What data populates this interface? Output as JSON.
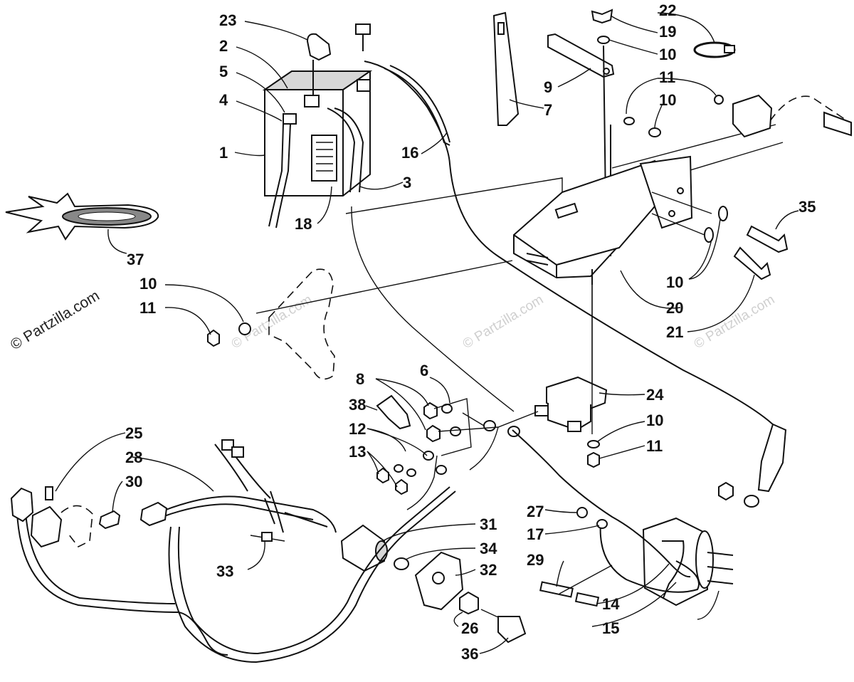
{
  "watermark": {
    "brand": "© Partzilla.com",
    "faint": "© Partzilla.com"
  },
  "callouts": {
    "c1": "1",
    "c2": "2",
    "c3": "3",
    "c4": "4",
    "c5": "5",
    "c6": "6",
    "c7": "7",
    "c8": "8",
    "c9": "9",
    "c10": "10",
    "c11": "11",
    "c12": "12",
    "c13": "13",
    "c14": "14",
    "c15": "15",
    "c16": "16",
    "c17": "17",
    "c18": "18",
    "c19": "19",
    "c20": "20",
    "c21": "21",
    "c22": "22",
    "c23": "23",
    "c24": "24",
    "c25": "25",
    "c26": "26",
    "c27": "27",
    "c28": "28",
    "c29": "29",
    "c30": "30",
    "c31": "31",
    "c32": "32",
    "c33": "33",
    "c34": "34",
    "c35": "35",
    "c36": "36",
    "c37": "37",
    "c38": "38"
  },
  "icons": [
    "battery-icon",
    "solenoid-icon",
    "ignition-switch-icon",
    "key-icon",
    "starter-motor-icon",
    "fuse-holder-icon",
    "bracket-icon",
    "decal-icon"
  ]
}
